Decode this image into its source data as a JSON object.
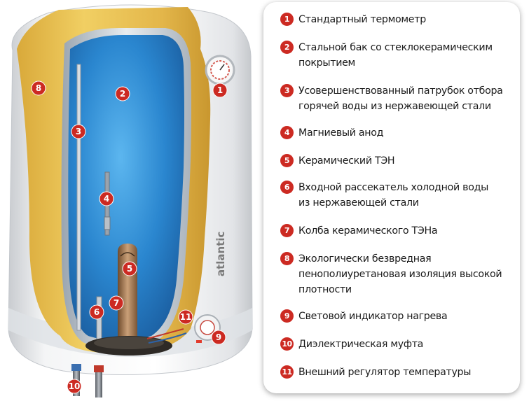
{
  "brand": "atlantic",
  "legend": [
    {
      "num": "1",
      "lines": [
        "Стандартный термометр"
      ]
    },
    {
      "num": "2",
      "lines": [
        "Стальной бак со стеклокерамическим",
        "покрытием"
      ]
    },
    {
      "num": "3",
      "lines": [
        "Усовершенствованный патрубок отбора",
        "горячей воды из нержавеющей стали"
      ]
    },
    {
      "num": "4",
      "lines": [
        "Магниевый анод"
      ]
    },
    {
      "num": "5",
      "lines": [
        "Керамический ТЭН"
      ]
    },
    {
      "num": "6",
      "lines": [
        "Входной рассекатель холодной воды",
        "из нержавеющей стали"
      ]
    },
    {
      "num": "7",
      "lines": [
        "Колба керамического ТЭНа"
      ]
    },
    {
      "num": "8",
      "lines": [
        "Экологически безвредная",
        "пенополиуретановая изоляция высокой",
        "плотности"
      ]
    },
    {
      "num": "9",
      "lines": [
        "Световой индикатор нагрева"
      ]
    },
    {
      "num": "10",
      "lines": [
        "Диэлектрическая муфта"
      ]
    },
    {
      "num": "11",
      "lines": [
        "Внешний регулятор температуры"
      ]
    }
  ],
  "colors": {
    "marker": "#cc2a22",
    "insulation": "#e9c04a",
    "tank": "#2f8fd4",
    "body": "#eceef0"
  }
}
